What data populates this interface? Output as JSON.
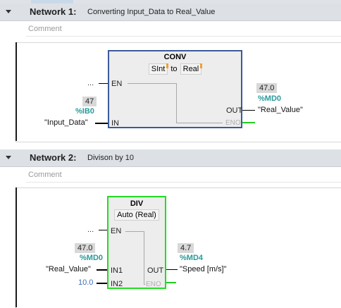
{
  "network1": {
    "title": "Network 1:",
    "description": "Converting Input_Data to Real_Value",
    "comment_placeholder": "Comment",
    "block": {
      "name": "CONV",
      "type_from": "SInt",
      "type_to_word": "to",
      "type_to": "Real",
      "pin_en": "EN",
      "pin_in": "IN",
      "pin_out": "OUT",
      "pin_eno": "ENO"
    },
    "en_operand": "...",
    "in": {
      "value": "47",
      "address": "%IB0",
      "tag": "\"Input_Data\""
    },
    "out": {
      "value": "47.0",
      "address": "%MD0",
      "tag": "\"Real_Value\""
    }
  },
  "network2": {
    "title": "Network 2:",
    "description": "Divison by 10",
    "comment_placeholder": "Comment",
    "block": {
      "name": "DIV",
      "type": "Auto (Real)",
      "pin_en": "EN",
      "pin_in1": "IN1",
      "pin_in2": "IN2",
      "pin_out": "OUT",
      "pin_eno": "ENO"
    },
    "en_operand": "...",
    "in1": {
      "value": "47.0",
      "address": "%MD0",
      "tag": "\"Real_Value\""
    },
    "in2": {
      "constant": "10.0"
    },
    "out": {
      "value": "4.7",
      "address": "%MD4",
      "tag": "\"Speed [m/s]\""
    }
  },
  "colors": {
    "header_bg": "#dde1e6",
    "block_bg": "#ededed",
    "conv_border": "#3a5a9a",
    "div_border": "#22dd22",
    "address_teal": "#2a9a9a",
    "constant_blue": "#3a6fb5",
    "power_flow_green": "#22cc22"
  }
}
